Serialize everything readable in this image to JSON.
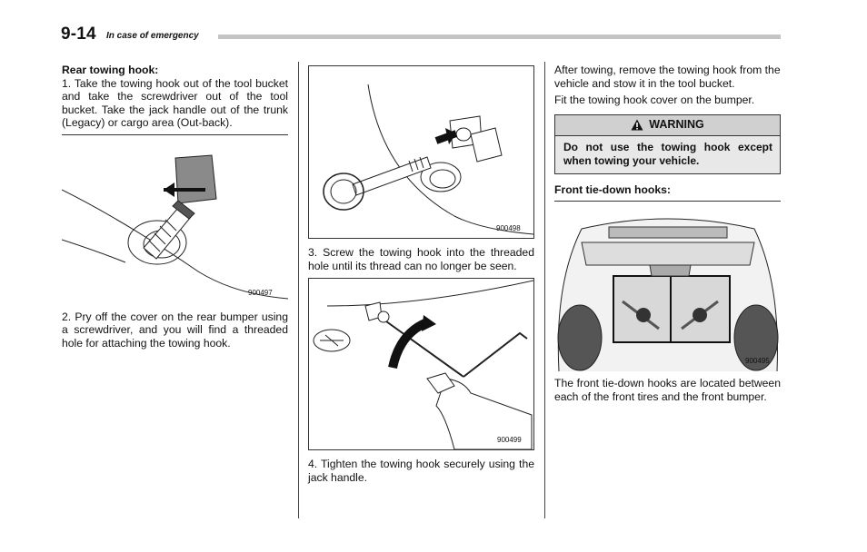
{
  "header": {
    "page_number": "9-14",
    "section_title": "In case of emergency"
  },
  "column1": {
    "heading": "Rear towing hook:",
    "step1": "1. Take the towing hook out of the tool bucket and take the screwdriver out of the tool bucket. Take the jack handle out of the trunk (Legacy) or cargo area (Out-back).",
    "figure1_code": "900497",
    "step2": "2. Pry off the cover on the rear bumper using a screwdriver, and you will find a threaded hole for attaching the towing hook."
  },
  "column2": {
    "figure1_code": "900498",
    "step3": "3. Screw the towing hook into the threaded hole until its thread can no longer be seen.",
    "figure2_code": "900499",
    "step4": "4. Tighten the towing hook securely using the jack handle."
  },
  "column3": {
    "para1": "After towing, remove the towing hook from the vehicle and stow it in the tool bucket.",
    "para2": "Fit the towing hook cover on the bumper.",
    "warning_title": "WARNING",
    "warning_text": "Do not use the towing hook except when towing your vehicle.",
    "heading": "Front tie-down hooks:",
    "figure_code": "900495",
    "para3": "The front tie-down hooks are located between each of the front tires and the front bumper."
  },
  "icons": {
    "warning": "warning-triangle-icon"
  }
}
